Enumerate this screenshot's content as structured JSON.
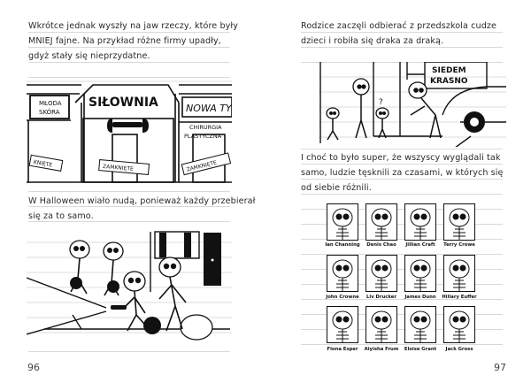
{
  "left_page": {
    "paragraph1": [
      "Wkrótce jednak wyszły na jaw rzeczy, które były",
      "MNIEJ fajne. Na przykład różne firmy upadły,",
      "gdyż stały się nieprzydatne."
    ],
    "illustration1": {
      "description": "Row of closed shops",
      "signs": {
        "left_shop": "MŁODA\nSKÓRA",
        "center_shop": "SIŁOWNIA",
        "right_shop": "NOWA TY",
        "right_sub": "CHIRURGIA\nPLASTYCZNA"
      },
      "closed_signs": [
        "KNIĘTE",
        "ZAMKNIĘTE",
        "ZAMKNIĘTE"
      ]
    },
    "paragraph2": [
      "W Halloween wiało nudą, ponieważ każdy przebierał",
      "się za to samo."
    ],
    "illustration2": {
      "description": "Skeleton-costumed kids trick-or-treating"
    },
    "page_number": "96"
  },
  "right_page": {
    "paragraph1": [
      "Rodzice zaczęli odbierać z przedszkola cudze",
      "dzieci i robiła się draka za draką."
    ],
    "illustration1": {
      "description": "Parents picking up the wrong children at a preschool",
      "sign": "SIEDEM\nKRASNO",
      "question_mark": "?"
    },
    "paragraph2": [
      "I choć to było super, że wszyscy wyglądali tak",
      "samo, ludzie tęsknili za czasami, w których się",
      "od siebie różnili."
    ],
    "yearbook": {
      "names": [
        "Ian Channing",
        "Denis Chao",
        "Jillian Craft",
        "Terry Crowe",
        "John Crowne",
        "Liv Drucker",
        "James Dunn",
        "Hillary Euffer",
        "Fiona Esper",
        "Aiyisha Frum",
        "Eloise Grant",
        "Jack Gross"
      ]
    },
    "page_number": "97"
  }
}
